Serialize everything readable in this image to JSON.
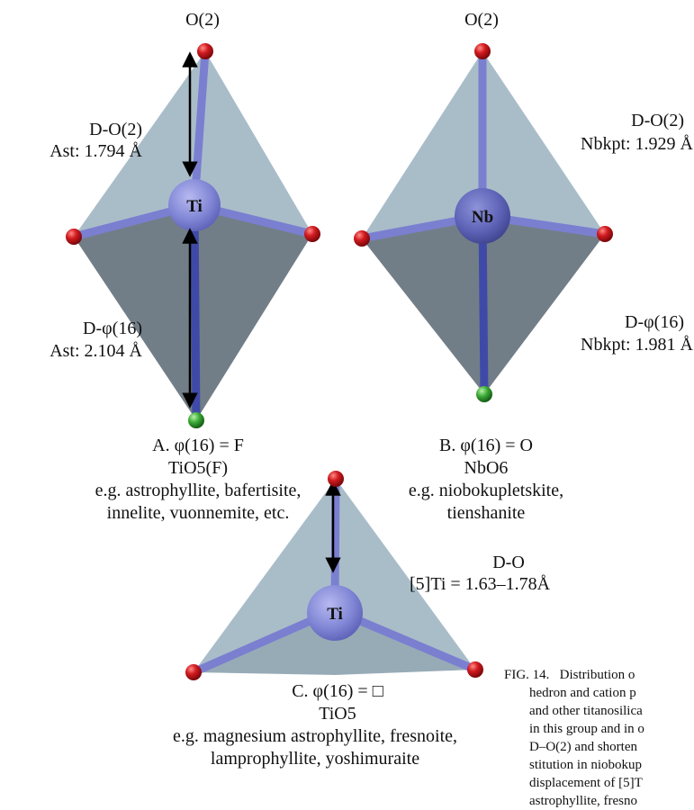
{
  "panel_a": {
    "apex_label": "O(2)",
    "center_atom": "Ti",
    "upper_bond_label": "D-O(2)",
    "upper_bond_value": "Ast: 1.794 Å",
    "lower_bond_label": "D-φ(16)",
    "lower_bond_value": "Ast: 2.104 Å",
    "condition": "A.  φ(16) = F",
    "formula": "TiO5(F)",
    "examples_line1": "e.g. astrophyllite, bafertisite,",
    "examples_line2": "innelite, vuonnemite, etc."
  },
  "panel_b": {
    "apex_label": "O(2)",
    "center_atom": "Nb",
    "upper_bond_label": "D-O(2)",
    "upper_bond_value": "Nbkpt: 1.929 Å",
    "lower_bond_label": "D-φ(16)",
    "lower_bond_value": "Nbkpt: 1.981 Å",
    "condition": "B.  φ(16) = O",
    "formula": "NbO6",
    "examples_line1": "e.g. niobokupletskite,",
    "examples_line2": "tienshanite"
  },
  "panel_c": {
    "center_atom": "Ti",
    "bond_label": "D-O",
    "bond_value": "[5]Ti = 1.63–1.78Å",
    "condition": "C.  φ(16) = □",
    "formula": "TiO5",
    "examples_line1": "e.g. magnesium astrophyllite, fresnoite,",
    "examples_line2": "lamprophyllite, yoshimuraite"
  },
  "caption": {
    "figure_label": "FIG. 14.",
    "lines": [
      "Distribution o",
      "hedron and cation p",
      "and other titanosilica",
      "in this group and in o",
      "D–O(2) and shorten",
      "stitution in niobokup",
      "displacement of [5]T",
      "astrophyllite, fresno"
    ]
  },
  "colors": {
    "upper_face": "#a9bdc9",
    "lower_face": "#6f7b84",
    "bond": "#7b7fd0",
    "center_atom": "#8a8fd8",
    "oxygen": "#c8141a",
    "fluorine": "#3aa836"
  }
}
